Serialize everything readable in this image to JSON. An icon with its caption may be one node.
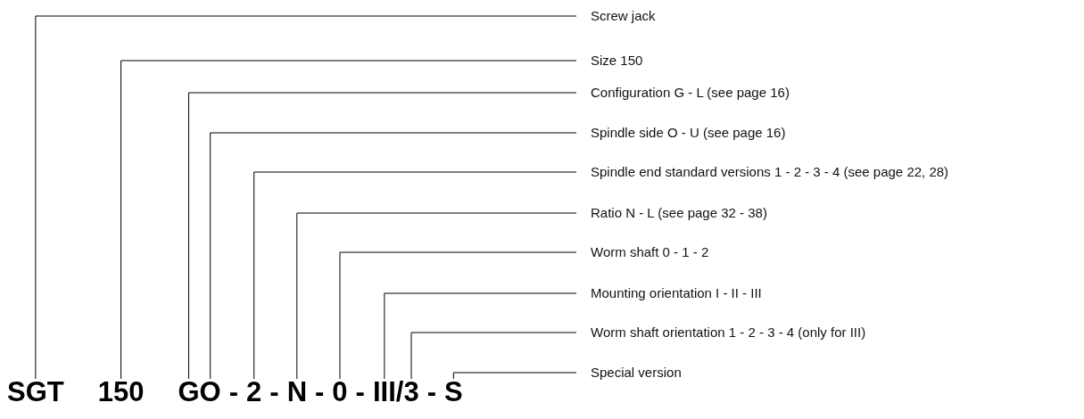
{
  "diagram": {
    "nodes": [
      {
        "text": [
          "Screw jack"
        ]
      },
      {
        "text": [
          "Size 150"
        ]
      },
      {
        "text": [
          "Configuration G - L (see page 16)"
        ]
      },
      {
        "text": [
          "Spindle side O - U (see page 16)"
        ]
      },
      {
        "text": [
          "Spindle end standard versions 1 - 2 - 3 - 4 (see page 22, 28)"
        ]
      },
      {
        "text": [
          "Ratio N - L (see page 32 - 38)"
        ]
      },
      {
        "text": [
          "Worm shaft 0 - 1 - 2"
        ]
      },
      {
        "text": [
          "Mounting orientation I - II - III"
        ]
      },
      {
        "text": [
          "Worm shaft orientation 1 - 2 - 3 - 4 (only for III)"
        ]
      },
      {
        "text": [
          "Special version"
        ]
      },
      {
        "text": [
          "SGT"
        ]
      },
      {
        "text": [
          "150"
        ]
      },
      {
        "text": [
          "G"
        ]
      },
      {
        "text": [
          "O"
        ]
      },
      {
        "text": [
          "2"
        ]
      },
      {
        "text": [
          "N"
        ]
      },
      {
        "text": [
          "0"
        ]
      },
      {
        "text": [
          "III"
        ]
      },
      {
        "text": [
          "3"
        ]
      },
      {
        "text": [
          "S"
        ]
      }
    ],
    "edges": [
      {
        "from": 0,
        "to": 10,
        "arrow": "none"
      },
      {
        "from": 1,
        "to": 11,
        "arrow": "none"
      },
      {
        "from": 2,
        "to": 12,
        "arrow": "none"
      },
      {
        "from": 3,
        "to": 13,
        "arrow": "none"
      },
      {
        "from": 4,
        "to": 14,
        "arrow": "none"
      },
      {
        "from": 5,
        "to": 15,
        "arrow": "none"
      },
      {
        "from": 6,
        "to": 16,
        "arrow": "none"
      },
      {
        "from": 7,
        "to": 17,
        "arrow": "none"
      },
      {
        "from": 8,
        "to": 18,
        "arrow": "none"
      },
      {
        "from": 9,
        "to": 19,
        "arrow": "none"
      }
    ],
    "labels": [
      "-",
      "-",
      "-",
      "-",
      "/",
      "-"
    ]
  }
}
